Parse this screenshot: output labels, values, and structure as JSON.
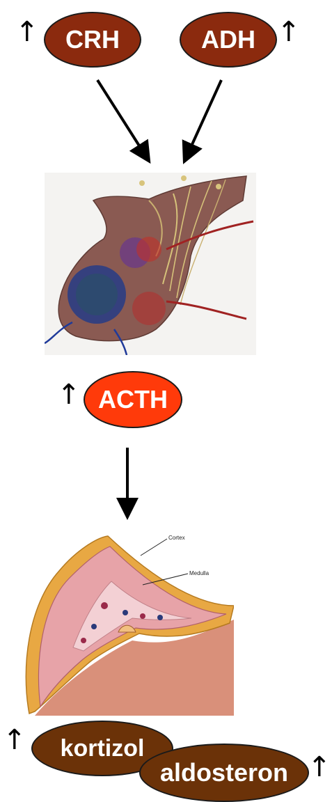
{
  "hormones": {
    "crh": "CRH",
    "adh": "ADH",
    "acth": "ACTH",
    "kortizol": "kortizol",
    "aldosteron": "aldosteron"
  },
  "increase_symbol": "↑",
  "adrenal_labels": {
    "cortex": "Cortex",
    "medulla": "Medulla"
  },
  "colors": {
    "crh_adh_oval": "#8b2a0e",
    "acth_oval": "#ff3a0a",
    "steroid_oval": "#6b3208",
    "oval_text": "#ffffff"
  }
}
